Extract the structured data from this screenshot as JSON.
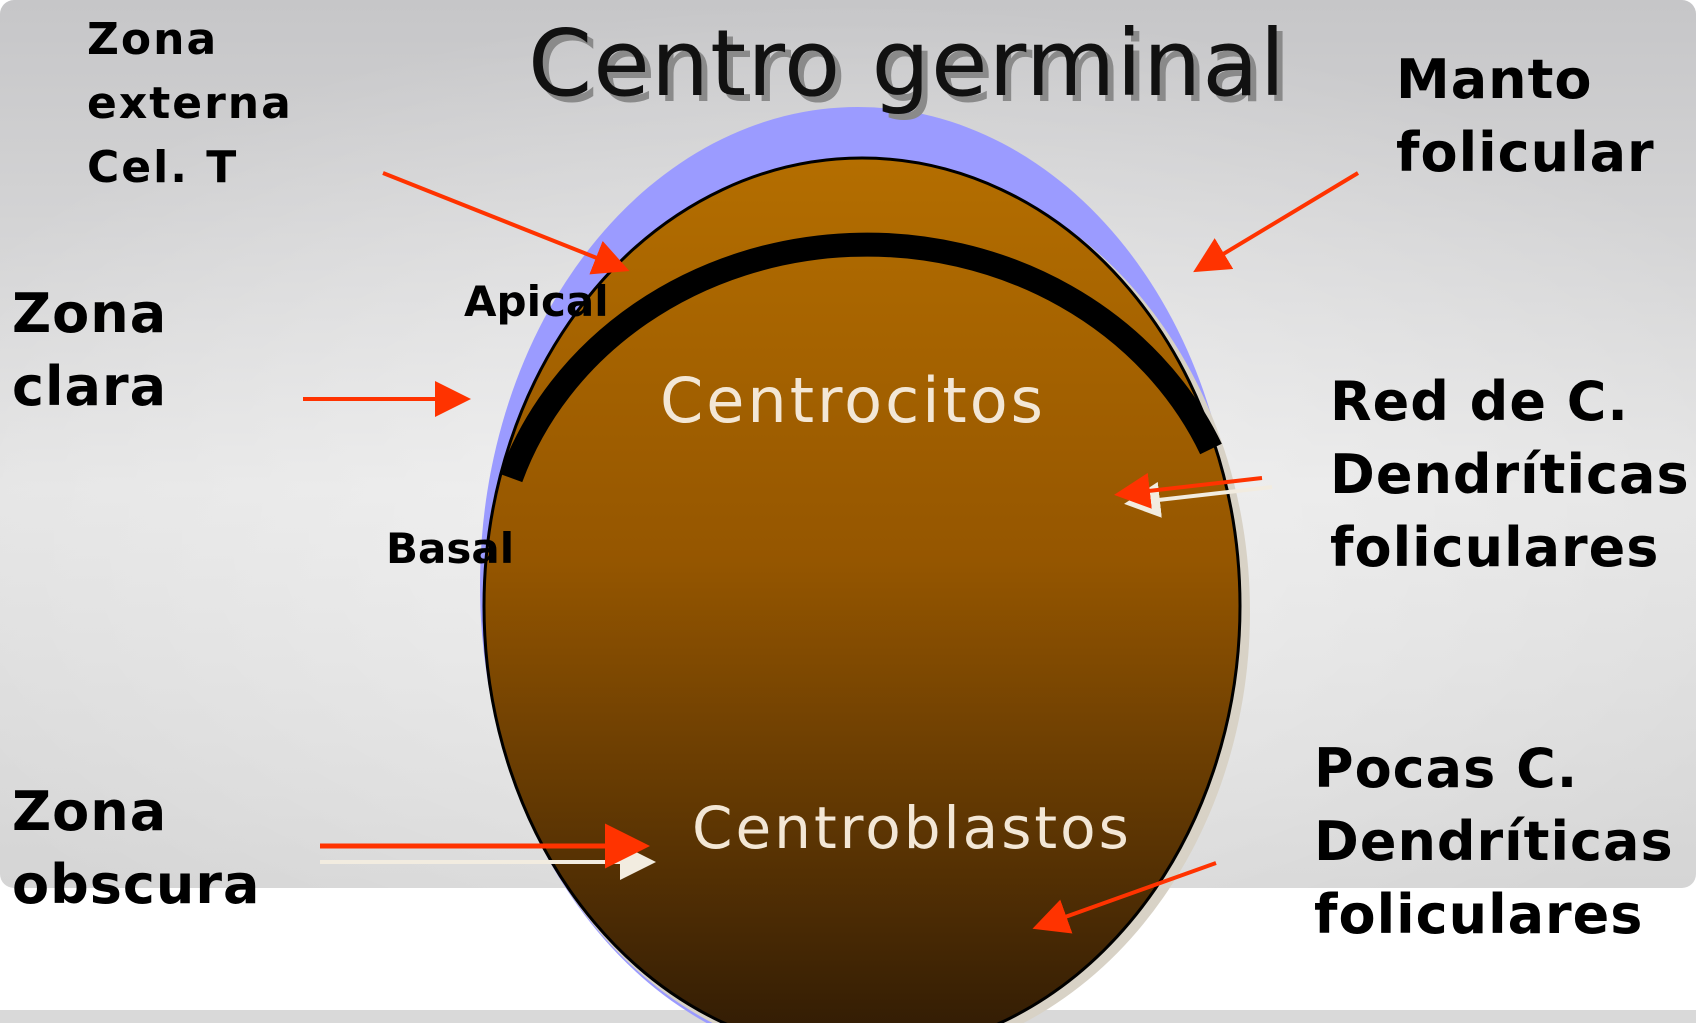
{
  "title": "Centro germinal",
  "labels": {
    "zona_externa": [
      "Zona",
      "externa",
      "Cel. T"
    ],
    "manto": [
      "Manto",
      "folicular"
    ],
    "zona_clara": [
      "Zona",
      "clara"
    ],
    "apical": "Apical",
    "basal": "Basal",
    "centrocitos": "Centrocitos",
    "red_dendriticas": [
      "Red de C.",
      "Dendríticas",
      "foliculares"
    ],
    "zona_obscura": [
      "Zona",
      "obscura"
    ],
    "centroblastos": "Centroblastos",
    "pocas_dendriticas": [
      "Pocas C.",
      "Dendríticas",
      "foliculares"
    ]
  },
  "colors": {
    "background_top": "#c9c9cb",
    "background_mid": "#e6e6e6",
    "follicle_top": "#b46e00",
    "follicle_bottom": "#2e1a05",
    "mantle_blue": "#9b9bff",
    "arrow_red": "#ff3300",
    "outline_black": "#000000"
  }
}
